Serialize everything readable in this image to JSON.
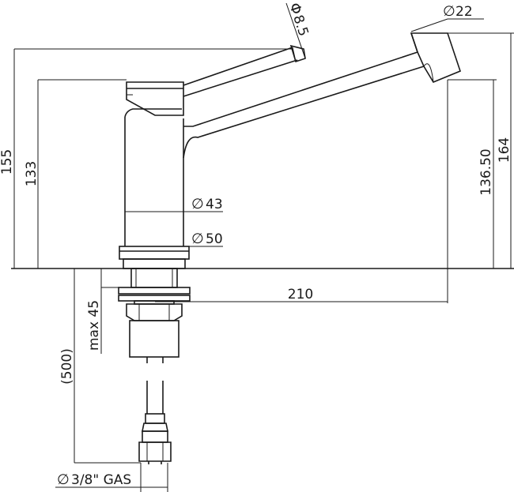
{
  "labels": {
    "height_155": "155",
    "height_133": "133",
    "handle_dia": "8.5",
    "spout_dia": "22",
    "height_164": "164",
    "height_136_50": "136.50",
    "body_dia": "43",
    "base_dia": "50",
    "reach": "210",
    "max_thickness": "max 45",
    "hose_length": "(500)",
    "connection": "3/8\" GAS"
  },
  "symbols": {
    "diameter": "∅",
    "diameter_alt": "Φ"
  }
}
